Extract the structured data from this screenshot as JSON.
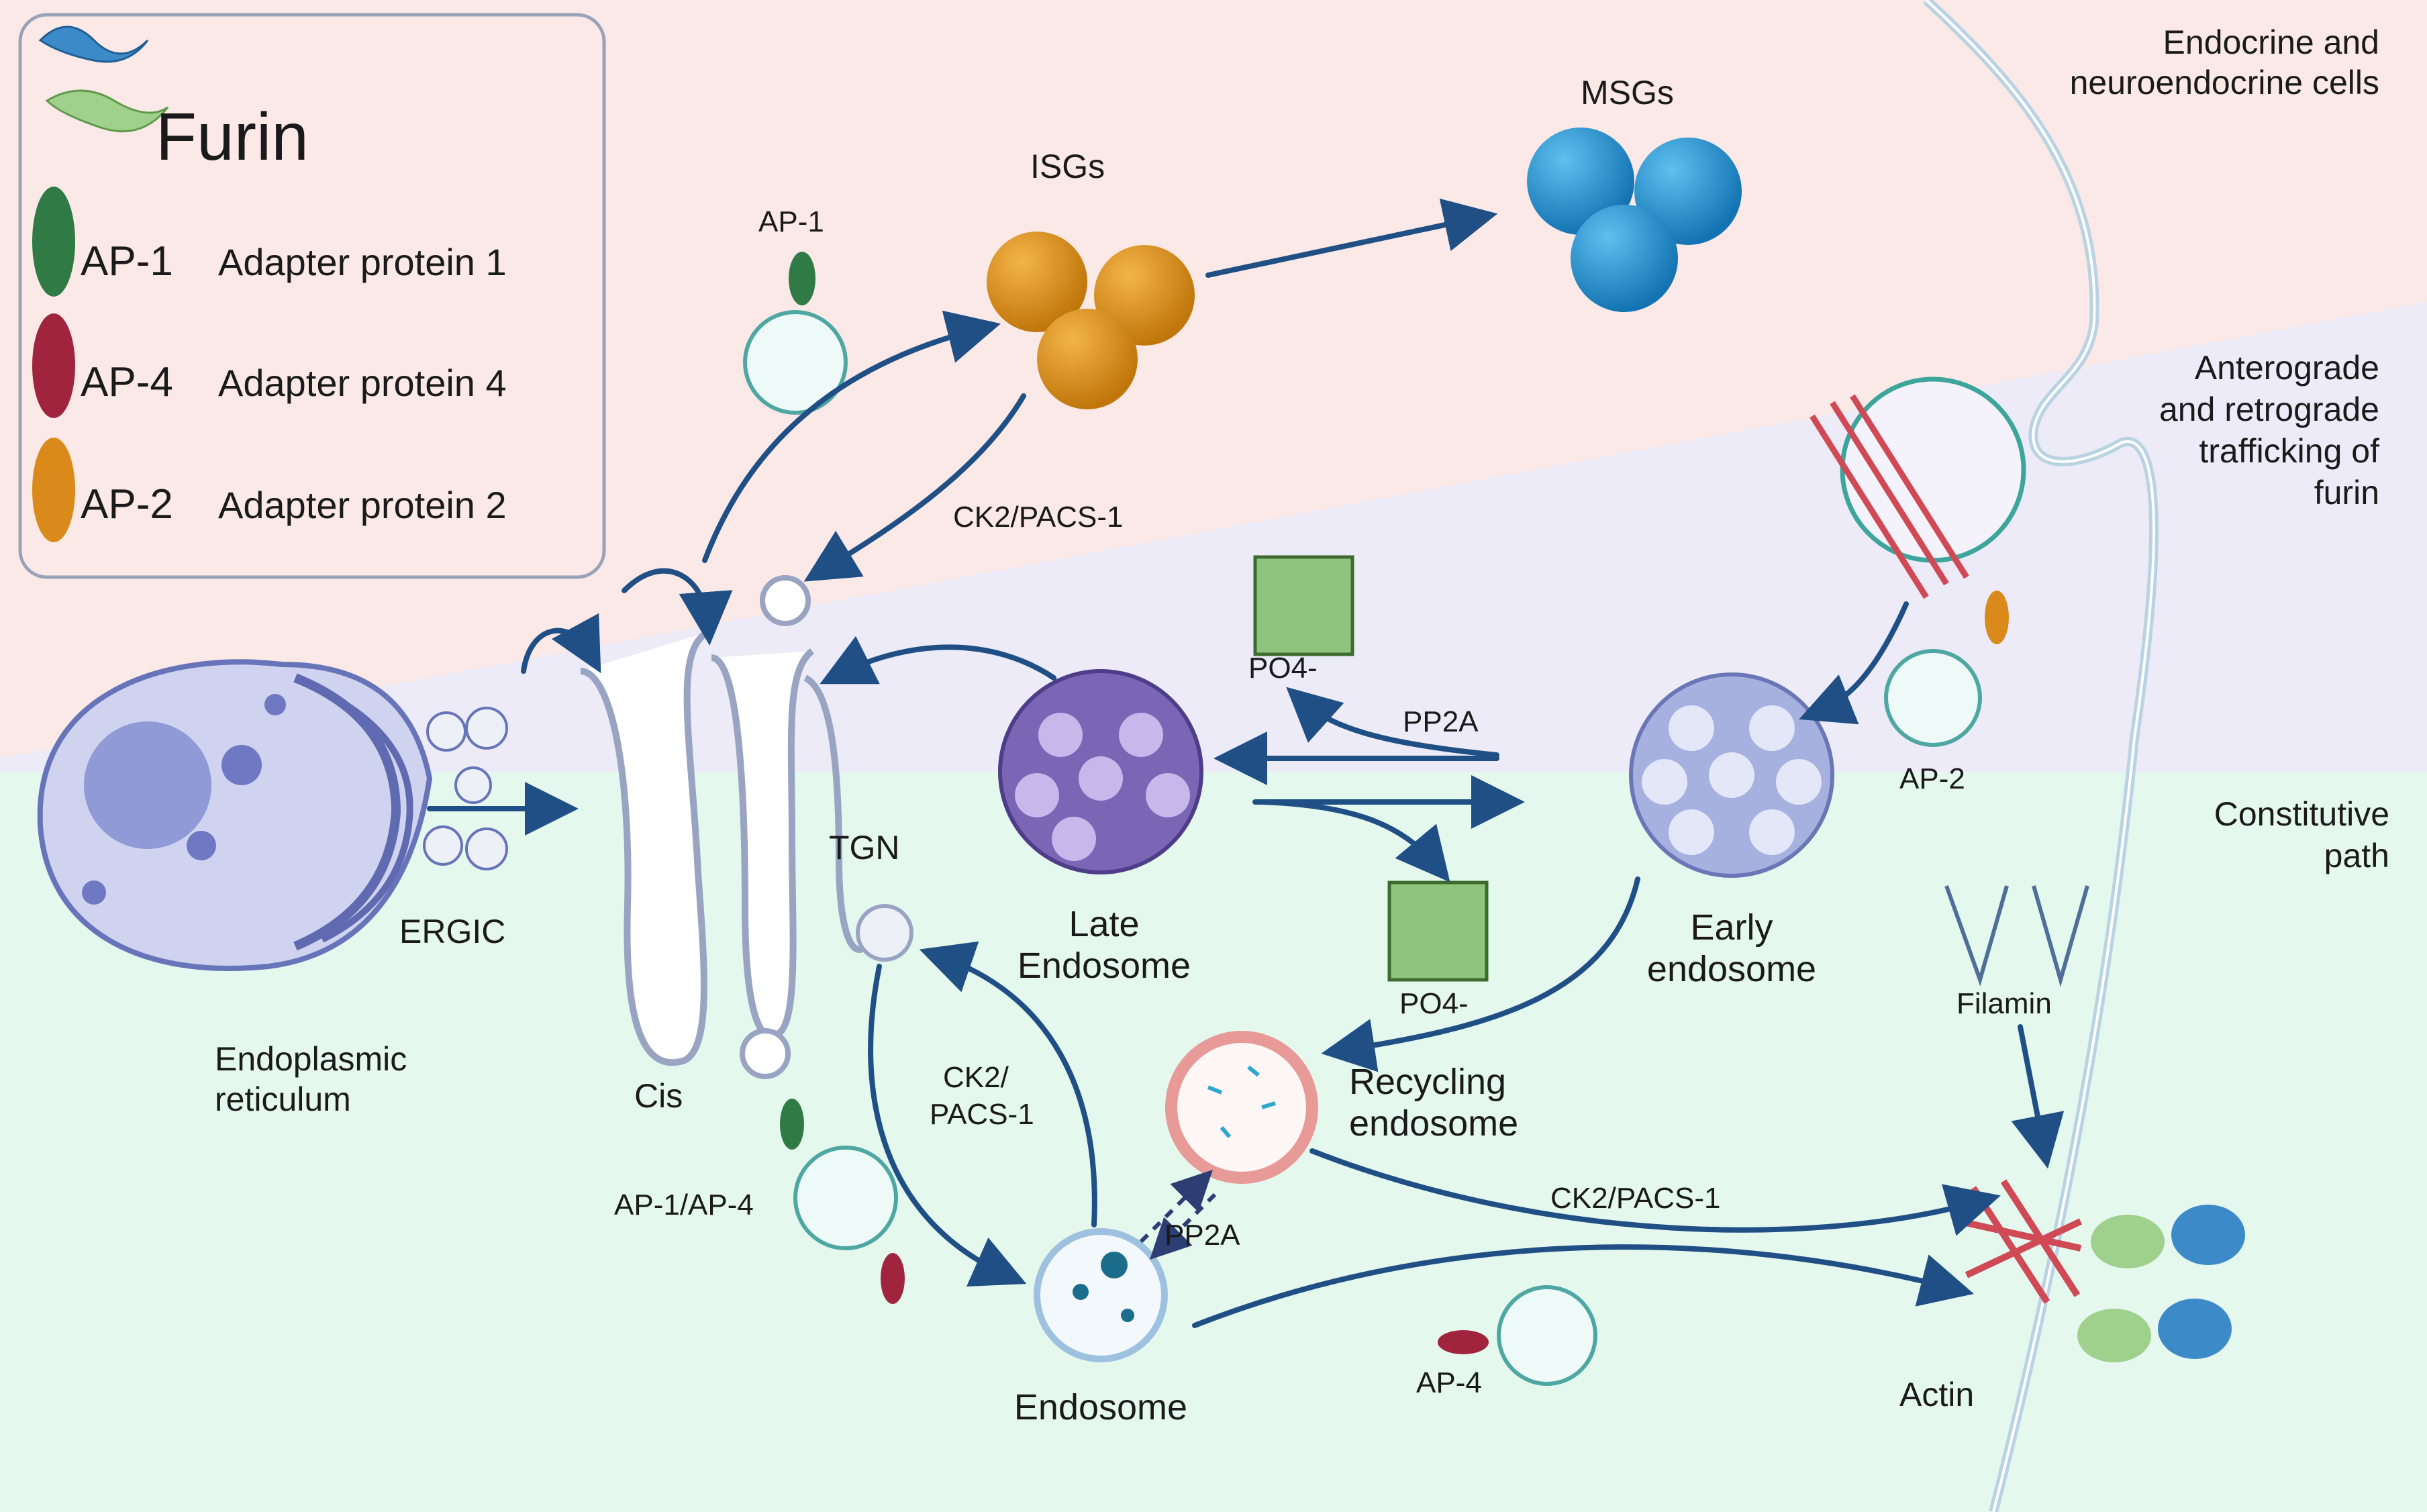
{
  "legend": {
    "title": "Furin",
    "items": [
      {
        "code": "AP-1",
        "desc": "Adapter protein 1",
        "color": "#2f7a45"
      },
      {
        "code": "AP-4",
        "desc": "Adapter protein 4",
        "color": "#a0243d"
      },
      {
        "code": "AP-2",
        "desc": "Adapter protein 2",
        "color": "#d98a1b"
      }
    ]
  },
  "regions": {
    "endocrine": "Endocrine and neuroendocrine cells",
    "endocrine_l1": "Endocrine and",
    "endocrine_l2": "neuroendocrine cells",
    "antero_l1": "Anterograde",
    "antero_l2": "and retrograde",
    "antero_l3": "trafficking of",
    "antero_l4": "furin",
    "constit_l1": "Constitutive",
    "constit_l2": "path"
  },
  "labels": {
    "msgs": "MSGs",
    "isgs": "ISGs",
    "ap1_top": "AP-1",
    "ck2_top": "CK2/PACS-1",
    "po4_top": "PO4-",
    "pp2a_top": "PP2A",
    "ap2": "AP-2",
    "tgn": "TGN",
    "ergic": "ERGIC",
    "late_l1": "Late",
    "late_l2": "Endosome",
    "early_l1": "Early",
    "early_l2": "endosome",
    "po4_bottom": "PO4-",
    "filamin": "Filamin",
    "er_l1": "Endoplasmic",
    "er_l2": "reticulum",
    "cis": "Cis",
    "ck2_mid_l1": "CK2/",
    "ck2_mid_l2": "PACS-1",
    "recyc_l1": "Recycling",
    "recyc_l2": "endosome",
    "ap14": "AP-1/AP-4",
    "pp2a_bottom": "PP2A",
    "ck2_bottom": "CK2/PACS-1",
    "endosome": "Endosome",
    "ap4": "AP-4",
    "actin": "Actin"
  },
  "colors": {
    "region_top": "#fbe9e7",
    "region_mid": "#ecebf7",
    "region_bottom": "#e5f8ee",
    "arrow": "#1f4f85",
    "isg": "#d4860d",
    "msg": "#1d8fd0",
    "late_endosome": "#7b65b5",
    "early_endosome": "#a7b1e0",
    "po4": "#8fc47e",
    "recycling": "#e89a98",
    "actin": "#d04a55",
    "furin_blue": "#3d8ac9",
    "furin_green": "#9fd18c"
  }
}
